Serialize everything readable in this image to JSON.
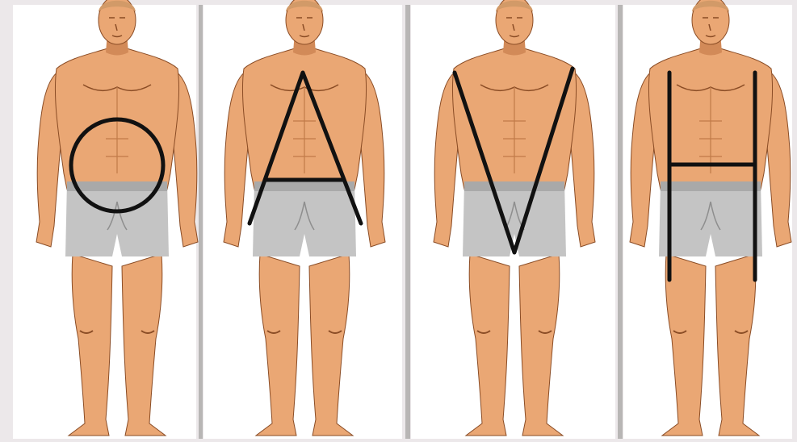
{
  "figures": [
    {
      "shape": "O",
      "overlay": "circle"
    },
    {
      "shape": "A",
      "overlay": "a-triangle"
    },
    {
      "shape": "V",
      "overlay": "v-shape"
    },
    {
      "shape": "H",
      "overlay": "h-shape"
    }
  ],
  "colors": {
    "page": "#ece8ea",
    "panel": "#ffffff",
    "divider": "#b8b6b5",
    "skin": "#eaa774",
    "skin_shadow": "#d28a58",
    "skin_line": "#8a4c25",
    "hair": "#d29a68",
    "shorts": "#c4c4c4",
    "shorts_band": "#a9a9a9",
    "shorts_line": "#8e8e8e",
    "overlay": "#111111"
  }
}
